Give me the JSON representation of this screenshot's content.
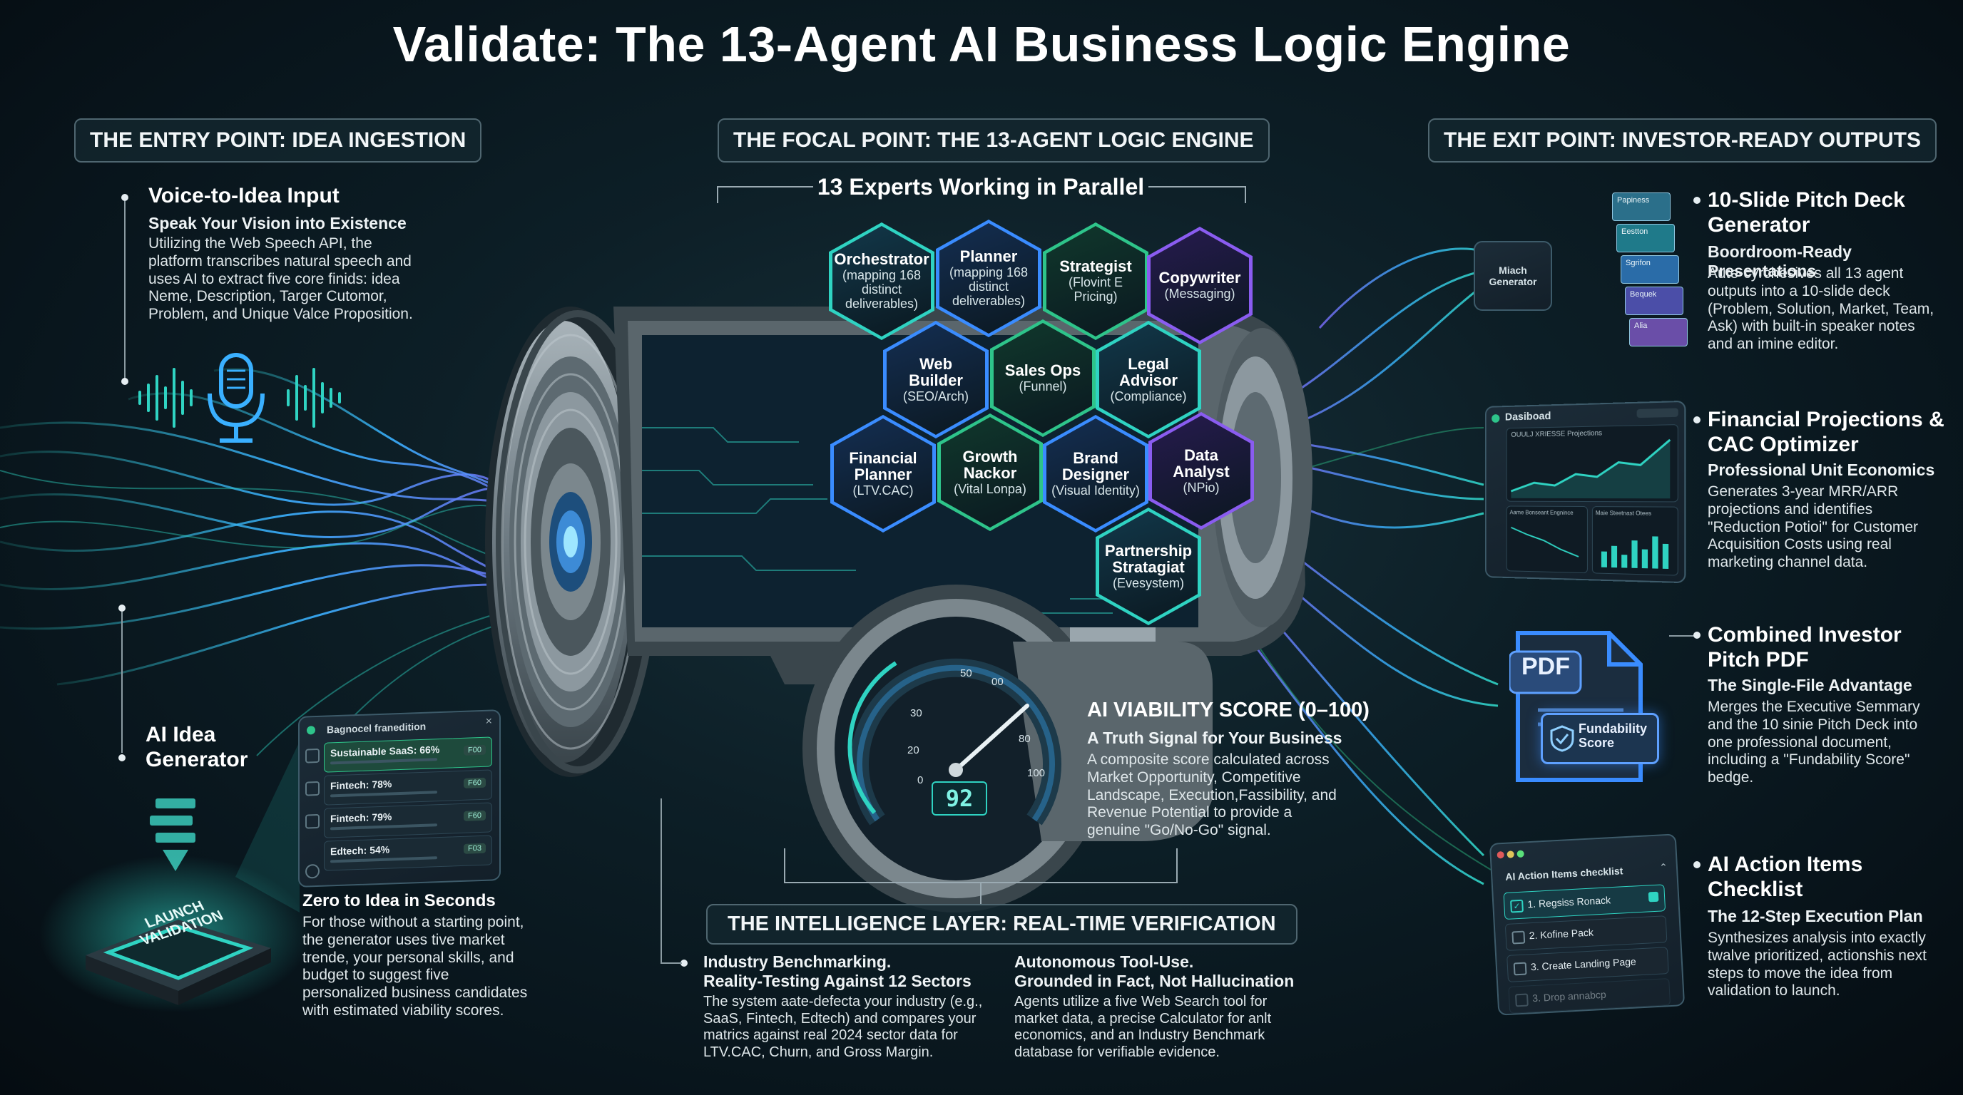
{
  "title": "Validate: The 13-Agent AI Business Logic Engine",
  "sections": {
    "entry": "THE ENTRY POINT: IDEA INGESTION",
    "focal": "THE FOCAL POINT: THE 13-AGENT LOGIC ENGINE",
    "exit": "THE EXIT POINT: INVESTOR-READY OUTPUTS",
    "intelligence": "THE INTELLIGENCE LAYER: REAL-TIME VERIFICATION"
  },
  "bracket_label": "13 Experts Working in Parallel",
  "left": {
    "voice": {
      "heading": "Voice-to-Idea Input",
      "subheading": "Speak Your Vision into Existence",
      "body": "Utilizing the Web Speech API, the platform transcribes natural speech and uses AI to extract five core finids: idea Neme, Description, Targer Cutomor, Problem, and Unique Valce Proposition."
    },
    "generator": {
      "heading": "AI Idea Generator",
      "panel_title": "Bagnocel franedition",
      "panel_close": "×",
      "rows": [
        {
          "label": "Sustainable SaaS: 66%",
          "badge": "F00"
        },
        {
          "label": "Fintech: 78%",
          "badge": "F60"
        },
        {
          "label": "Fintech: 79%",
          "badge": "F60"
        },
        {
          "label": "Edtech: 54%",
          "badge": "F03"
        }
      ],
      "launch_button": "LAUNCH VALIDATION"
    },
    "zero": {
      "heading": "Zero to Idea in Seconds",
      "body": "For those without a starting point, the generator uses tive market trende, your personal skills, and budget to suggest five personalized business candidates with estimated viability scores."
    }
  },
  "agents": [
    {
      "name": "Orchestrator",
      "desc": "(mapping 168 distinct deliverables)"
    },
    {
      "name": "Planner",
      "desc": "(mapping 168 distinct deliverables)"
    },
    {
      "name": "Strategist",
      "desc": "(Flovint E Pricing)"
    },
    {
      "name": "Copywriter",
      "desc": "(Messaging)"
    },
    {
      "name": "Web Builder",
      "desc": "(SEO/Arch)"
    },
    {
      "name": "Sales Ops",
      "desc": "(Funnel)"
    },
    {
      "name": "Legal Advisor",
      "desc": "(Compliance)"
    },
    {
      "name": "Financial Planner",
      "desc": "(LTV.CAC)"
    },
    {
      "name": "Growth Nackor",
      "desc": "(Vital Lonpa)"
    },
    {
      "name": "Brand Designer",
      "desc": "(Visual Identity)"
    },
    {
      "name": "Data Analyst",
      "desc": "(NPio)"
    },
    {
      "name": "Partnership Stratagiat",
      "desc": "(Evesystem)"
    }
  ],
  "gauge": {
    "ticks": [
      "0",
      "20",
      "30",
      "50",
      "00",
      "80",
      "100"
    ],
    "reading": "92",
    "value": 92
  },
  "viability": {
    "heading": "AI VIABILITY SCORE (0–100)",
    "subheading": "A Truth Signal for Your Business",
    "body": "A composite score calculated across Market Opportunity, Competitive Landscape, Execution,Fassibility, and Revenue Potential to provide a genuine \"Go/No-Go\" signal."
  },
  "intelligence": {
    "benchmark": {
      "heading1": "Industry Benchmarking.",
      "heading2": "Reality-Testing Against 12 Sectors",
      "body": "The system aate-defecta your industry (e.g., SaaS, Fintech, Edtech) and compares your matrics against real 2024 sector data for LTV.CAC, Churn, and Gross Margin."
    },
    "tooluse": {
      "heading1": "Autonomous Tool-Use.",
      "heading2": "Grounded in Fact, Not Hallucination",
      "body": "Agents utilize a five Web Search tool for market data, a precise Calculator for anlt economics, and an Industry Benchmark database for verifiable evidence."
    }
  },
  "right": {
    "pitch": {
      "heading": "10-Slide Pitch Deck Generator",
      "subheading": "Boordroom-Ready Presentations",
      "body": "Aute-cyrchesives all 13 agent outputs into a 10-slide deck (Problem, Solution, Market, Team, Ask) with built-in speaker notes and an imine editor.",
      "source_label": "Miach Generator",
      "slides": [
        "Papiness",
        "Eestton",
        "Sgrifon",
        "Bequek",
        "Alia"
      ]
    },
    "financial": {
      "heading": "Financial Projections & CAC Optimizer",
      "subheading": "Professional Unit Economics",
      "body": "Generates 3-year MRR/ARR projections and identifies \"Reduction Potioi\" for Customer Acquisition Costs using real marketing channel data.",
      "dash_title": "Dasiboad",
      "dash_chart_title": "OUULJ XRIESSE Projections",
      "dash_panel1": "Aame Bonseant Engnince",
      "dash_panel2": "Maie Steetnast Otees"
    },
    "pdf": {
      "heading": "Combined Investor Pitch PDF",
      "subheading": "The Single-File Advantage",
      "body": "Merges the Executive Semmary and the 10 sinie Pitch Deck into one professional document, including a \"Fundability Score\" bedge.",
      "file_label": "PDF",
      "badge_label": "Fundability Score"
    },
    "actions": {
      "heading": "AI Action Items Checklist",
      "subheading": "The 12-Step Execution Plan",
      "body": "Synthesizes analysis into exactly twalve prioritized, actionshis next steps to move the idea from validation to launch.",
      "checklist_title": "AI Action Items checklist",
      "items": [
        "1. Regsiss Ronack",
        "2. Kofine Pack",
        "3. Create Landing Page",
        "3. Drop annabcp"
      ]
    }
  },
  "colors": {
    "accent_teal": "#2fd3c2",
    "accent_blue": "#3a8cff",
    "accent_purple": "#8a5cf0",
    "accent_green": "#2ec48a"
  }
}
